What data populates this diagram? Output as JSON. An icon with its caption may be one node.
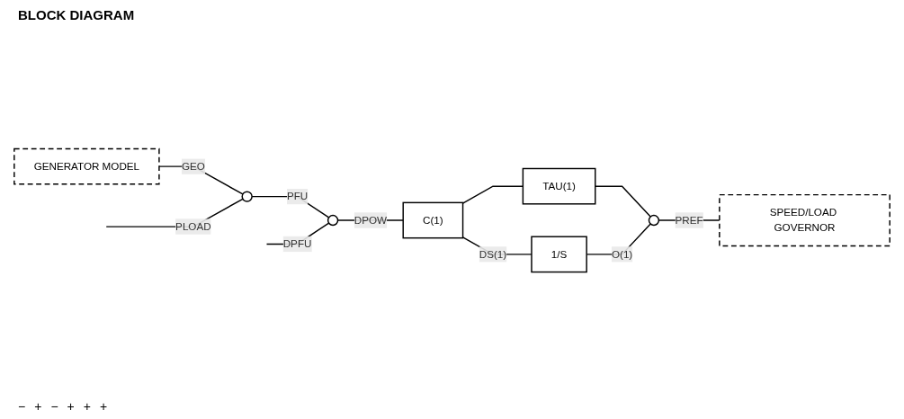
{
  "diagram": {
    "title": "BLOCK DIAGRAM",
    "nodes": [
      {
        "text": [
          "GENERATOR MODEL"
        ]
      },
      {
        "text": [],
        "shape": "circle"
      },
      {
        "text": [],
        "shape": "circle"
      },
      {
        "text": [
          "C(1)"
        ]
      },
      {
        "text": [
          "TAU(1)"
        ]
      },
      {
        "text": [
          "1/S"
        ]
      },
      {
        "text": [],
        "shape": "circle"
      },
      {
        "text": [
          "SPEED/LOAD GOVERNOR"
        ]
      }
    ],
    "edges": [
      {
        "from": 0,
        "to": 1,
        "arrow": "none",
        "label": "GEO"
      },
      {
        "from": null,
        "to": 1,
        "arrow": "none",
        "label": "PLOAD"
      },
      {
        "from": 1,
        "to": 2,
        "arrow": "none",
        "label": "PFU"
      },
      {
        "from": null,
        "to": 2,
        "arrow": "none",
        "label": "DPFU"
      },
      {
        "from": 2,
        "to": 3,
        "arrow": "none",
        "label": "DPOW"
      },
      {
        "from": 3,
        "to": 4,
        "arrow": "none"
      },
      {
        "from": 3,
        "to": 5,
        "arrow": "none",
        "label": "DS(1)"
      },
      {
        "from": 4,
        "to": 6,
        "arrow": "none"
      },
      {
        "from": 5,
        "to": 6,
        "arrow": "none",
        "label": "O(1)"
      },
      {
        "from": 6,
        "to": 7,
        "arrow": "none",
        "label": "PREF"
      }
    ],
    "labels": [
      "−",
      "+",
      "−",
      "+",
      "+",
      "+"
    ]
  }
}
